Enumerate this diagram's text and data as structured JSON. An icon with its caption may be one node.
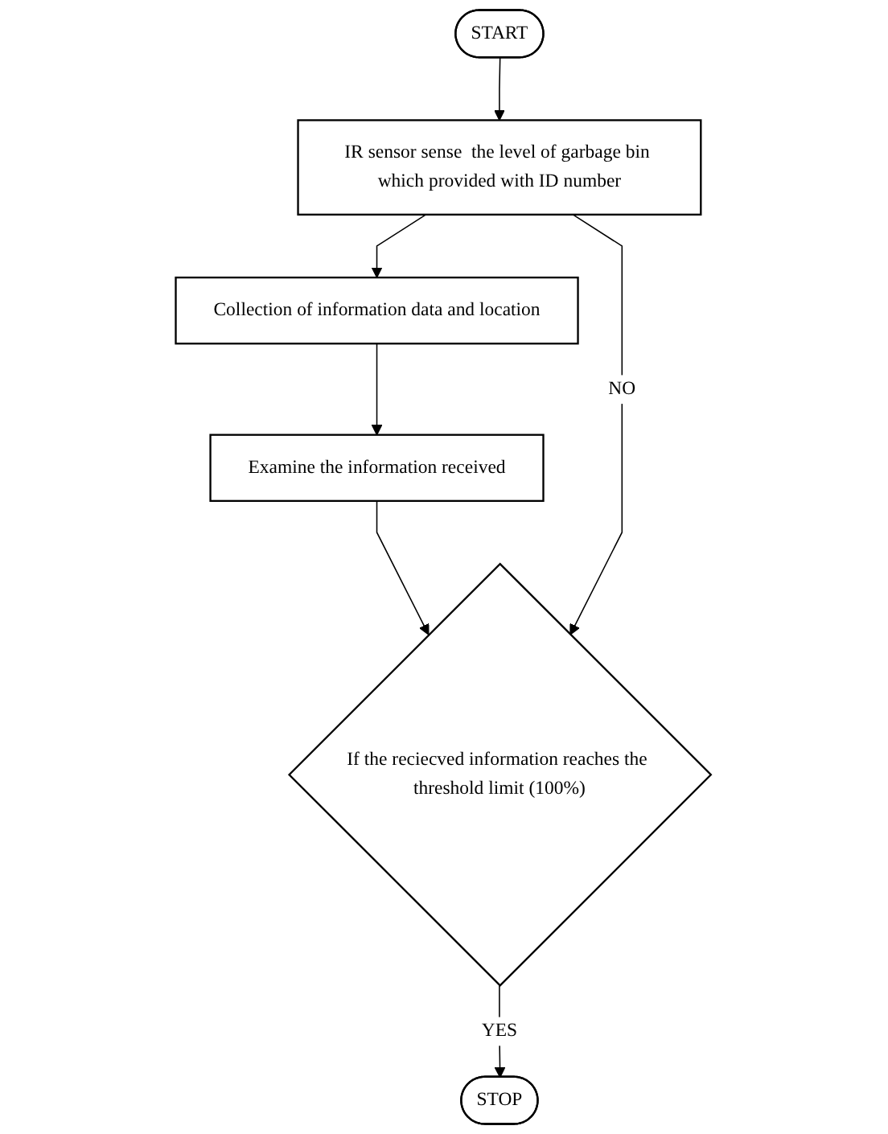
{
  "diagram": {
    "nodes": [
      {
        "text": [
          "START"
        ]
      },
      {
        "text": [
          "IR sensor sense  the level of garbage bin which provided with ID number"
        ]
      },
      {
        "text": [
          "Collection of information data and location"
        ]
      },
      {
        "text": [
          "Examine the information received"
        ]
      },
      {
        "text": [
          "If the reciecved information reaches the threshold limit (100%)"
        ]
      },
      {
        "text": [
          "STOP"
        ]
      }
    ],
    "edges": [
      {
        "from": 0,
        "to": 1,
        "arrow": "to"
      },
      {
        "from": 1,
        "to": 2,
        "arrow": "to"
      },
      {
        "from": 2,
        "to": 3,
        "arrow": "to"
      },
      {
        "from": 3,
        "to": 4,
        "arrow": "to"
      },
      {
        "from": 4,
        "to": 5,
        "arrow": "to",
        "label": "YES"
      },
      {
        "from": 1,
        "to": 4,
        "arrow": "to",
        "label": "NO"
      }
    ]
  }
}
